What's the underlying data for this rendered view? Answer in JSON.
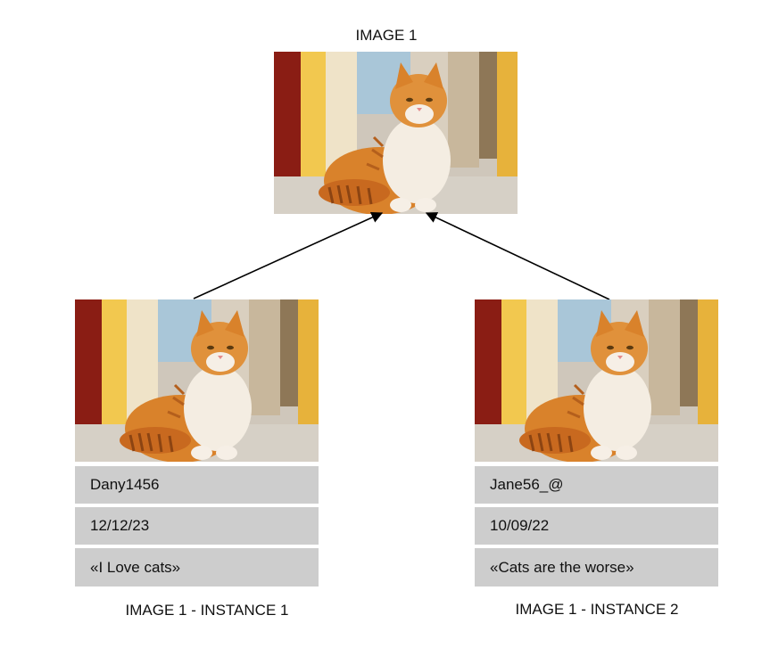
{
  "original": {
    "title": "IMAGE 1",
    "photo_icon": "orange-tabby-cat-photo"
  },
  "instances": [
    {
      "caption": "IMAGE 1 - INSTANCE 1",
      "photo_icon": "orange-tabby-cat-photo",
      "fields": [
        "Dany1456",
        "12/12/23",
        "«I Love cats»"
      ]
    },
    {
      "caption": "IMAGE 1 - INSTANCE 2",
      "photo_icon": "orange-tabby-cat-photo",
      "fields": [
        "Jane56_@",
        "10/09/22",
        "«Cats are the worse»"
      ]
    }
  ],
  "colors": {
    "field_background": "#cdcdcd",
    "arrow": "#000000",
    "cat_orange": "#d9822b"
  }
}
